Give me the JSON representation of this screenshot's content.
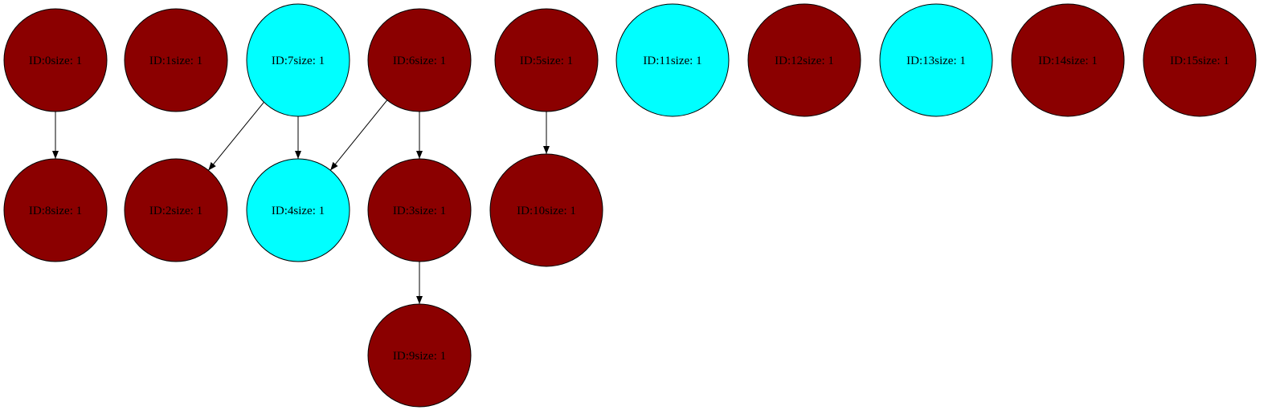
{
  "colors": {
    "dark_node": "#8b0000",
    "light_node": "#00ffff",
    "stroke": "#000000",
    "edge": "#000000"
  },
  "nodes": [
    {
      "id": "n0",
      "label": "ID:0size: 1",
      "color": "dark"
    },
    {
      "id": "n1",
      "label": "ID:1size: 1",
      "color": "dark"
    },
    {
      "id": "n7",
      "label": "ID:7size: 1",
      "color": "light"
    },
    {
      "id": "n6",
      "label": "ID:6size: 1",
      "color": "dark"
    },
    {
      "id": "n5",
      "label": "ID:5size: 1",
      "color": "dark"
    },
    {
      "id": "n11",
      "label": "ID:11size: 1",
      "color": "light"
    },
    {
      "id": "n12",
      "label": "ID:12size: 1",
      "color": "dark"
    },
    {
      "id": "n13",
      "label": "ID:13size: 1",
      "color": "light"
    },
    {
      "id": "n14",
      "label": "ID:14size: 1",
      "color": "dark"
    },
    {
      "id": "n15",
      "label": "ID:15size: 1",
      "color": "dark"
    },
    {
      "id": "n8",
      "label": "ID:8size: 1",
      "color": "dark"
    },
    {
      "id": "n2",
      "label": "ID:2size: 1",
      "color": "dark"
    },
    {
      "id": "n4",
      "label": "ID:4size: 1",
      "color": "light"
    },
    {
      "id": "n3",
      "label": "ID:3size: 1",
      "color": "dark"
    },
    {
      "id": "n10",
      "label": "ID:10size: 1",
      "color": "dark"
    },
    {
      "id": "n9",
      "label": "ID:9size: 1",
      "color": "dark"
    }
  ],
  "edges": [
    {
      "from": "n0",
      "to": "n8"
    },
    {
      "from": "n7",
      "to": "n2"
    },
    {
      "from": "n7",
      "to": "n4"
    },
    {
      "from": "n6",
      "to": "n4"
    },
    {
      "from": "n6",
      "to": "n3"
    },
    {
      "from": "n5",
      "to": "n10"
    },
    {
      "from": "n3",
      "to": "n9"
    }
  ]
}
